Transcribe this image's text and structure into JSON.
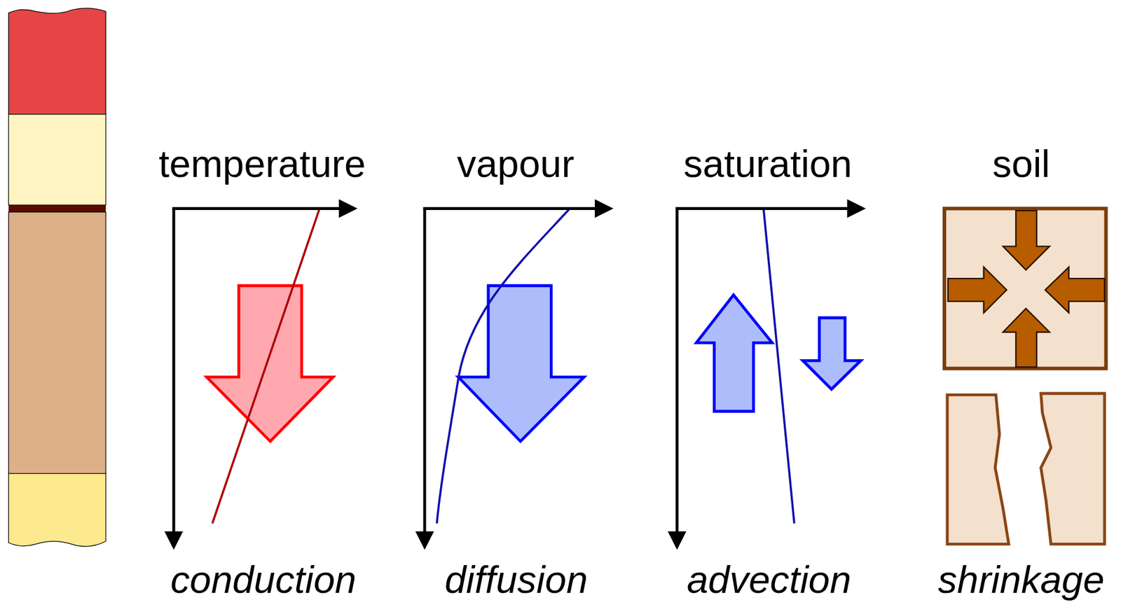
{
  "diagram": {
    "labels": [
      "temperature",
      "vapour",
      "saturation",
      "soil",
      "conduction",
      "diffusion",
      "advection",
      "shrinkage"
    ]
  }
}
